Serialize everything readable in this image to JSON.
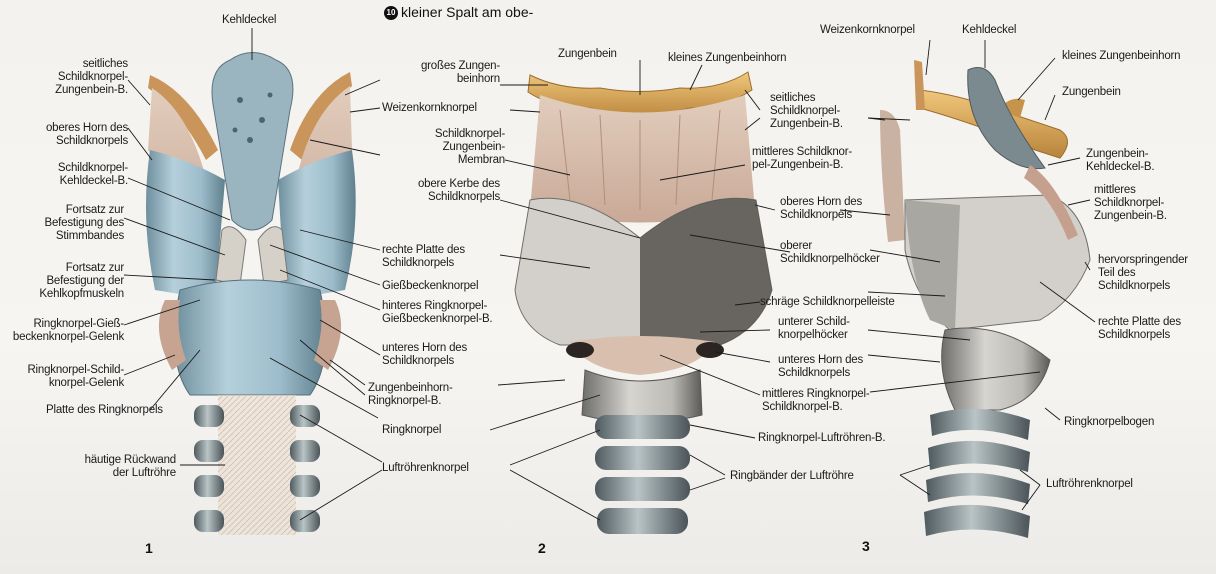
{
  "top_note": {
    "marker": "10",
    "text": "kleiner Spalt am obe-"
  },
  "figure_numbers": [
    "1",
    "2",
    "3"
  ],
  "figure1_labels": {
    "kehldeckel": "Kehldeckel",
    "seitliches": "seitliches\nSchildknorpel-\nZungenbein-B.",
    "oberes_horn": "oberes Horn des\nSchildknorpels",
    "kehldeckel_b": "Schildknorpel-\nKehldeckel-B.",
    "fortsatz_stimm": "Fortsatz zur\nBefestigung des\nStimmbandes",
    "fortsatz_muskel": "Fortsatz zur\nBefestigung der\nKehlkopfmuskeln",
    "giess_gelenk": "Ringknorpel-Gieß-\nbeckenknorpel-Gelenk",
    "schild_gelenk": "Ringknorpel-Schild-\nknorpel-Gelenk",
    "platte": "Platte des Ringknorpels",
    "rueckwand": "häutige Rückwand\nder Luftröhre"
  },
  "middle_labels": {
    "grosses_horn": "großes Zungen-\nbeinhorn",
    "weizenkorn": "Weizenkornknorpel",
    "membran": "Schildknorpel-\nZungenbein-\nMembran",
    "obere_kerbe": "obere Kerbe des\nSchildknorpels",
    "rechte_platte": "rechte Platte des\nSchildknorpels",
    "giessbecken": "Gießbeckenknorpel",
    "hinteres_b": "hinteres Ringknorpel-\nGießbeckenknorpel-B.",
    "unteres_horn": "unteres Horn des\nSchildknorpels",
    "zungenbeinhorn_b": "Zungenbeinhorn-\nRingknorpel-B.",
    "ringknorpel": "Ringknorpel",
    "luftroehrenknorpel": "Luftröhrenknorpel"
  },
  "figure2_labels": {
    "zungenbein": "Zungenbein",
    "kleines_horn": "kleines Zungenbeinhorn",
    "seitliches": "seitliches\nSchildknorpel-\nZungenbein-B.",
    "mittleres": "mittleres Schildknor-\npel-Zungenbein-B.",
    "oberes_horn": "oberes Horn des\nSchildknorpels",
    "hoecker": "oberer\nSchildknorpelhöcker",
    "leiste": "schräge Schildknorpelleiste",
    "unterer_hoecker": "unterer Schild-\nknorpelhöcker",
    "unteres_horn": "unteres Horn des\nSchildknorpels",
    "mittleres_ring": "mittleres Ringknorpel-\nSchildknorpel-B.",
    "luftroehren_b": "Ringknorpel-Luftröhren-B.",
    "ringbaender": "Ringbänder der Luftröhre"
  },
  "figure3_labels": {
    "weizenkorn": "Weizenkornknorpel",
    "kehldeckel": "Kehldeckel",
    "kleines_horn": "kleines Zungenbeinhorn",
    "zungenbein": "Zungenbein",
    "zb_kehldeckel": "Zungenbein-\nKehldeckel-B.",
    "mittleres": "mittleres\nSchildknorpel-\nZungenbein-B.",
    "hervor": "hervorspringender\nTeil des\nSchildknorpels",
    "rechte_platte": "rechte Platte des\nSchildknorpels",
    "bogen": "Ringknorpelbogen",
    "luftroehrenknorpel": "Luftröhrenknorpel"
  },
  "colors": {
    "cartilage_blue": "#a9c7d3",
    "cartilage_shadow": "#5e7c89",
    "membrane": "#d9c0b0",
    "muscle_dark": "#8a6d5f",
    "hyoid": "#d9a75c",
    "trachea_ring": "#8a9aa0"
  }
}
